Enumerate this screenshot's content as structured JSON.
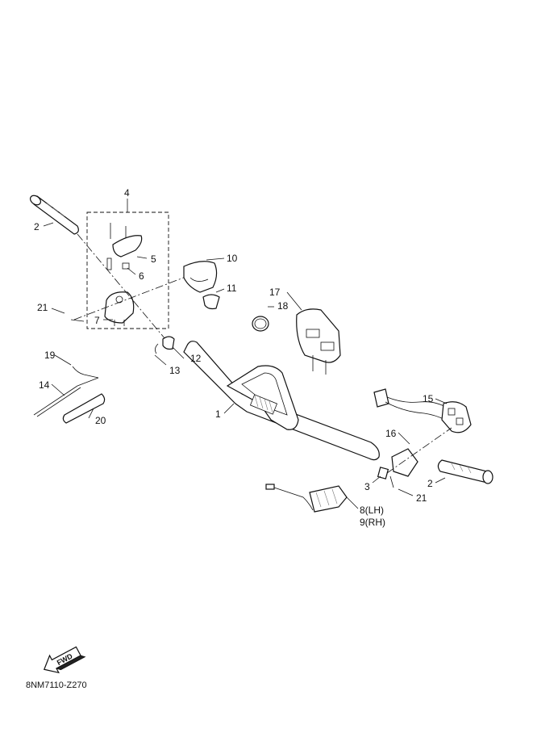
{
  "diagram": {
    "callouts": {
      "c1": "1",
      "c2a": "2",
      "c2b": "2",
      "c3": "3",
      "c4": "4",
      "c5": "5",
      "c6": "6",
      "c7": "7",
      "c8": "8(LH)",
      "c9": "9(RH)",
      "c10": "10",
      "c11": "11",
      "c12": "12",
      "c13": "13",
      "c14": "14",
      "c15": "15",
      "c16": "16",
      "c17": "17",
      "c18": "18",
      "c19": "19",
      "c20": "20",
      "c21a": "21",
      "c21b": "21"
    },
    "fwd_label": "FWD",
    "drawing_code": "8NM7110-Z270"
  }
}
